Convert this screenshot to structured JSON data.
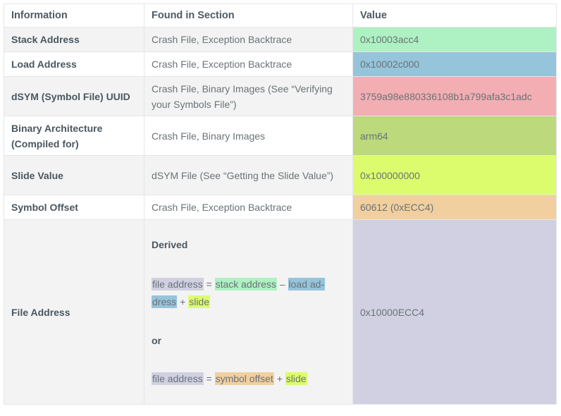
{
  "table": {
    "headers": [
      "Information",
      "Found in Section",
      "Value"
    ],
    "rows": [
      {
        "label": "Stack Address",
        "section": "Crash File, Exception Backtrace",
        "value": "0x10003acc4",
        "color": "#aef1c2"
      },
      {
        "label": "Load Address",
        "section": "Crash File, Exception Backtrace",
        "value": "0x10002c000",
        "color": "#96c4da"
      },
      {
        "label": "dSYM (Symbol File) UUID",
        "section": "Crash File, Binary Images (See “Verifying your Symbols File”)",
        "value": "3759a98e880336108b1a799afa3c1adc",
        "color": "#f2aeb3"
      },
      {
        "label": "Binary Architecture (Compiled for)",
        "section": "Crash File, Binary Images",
        "value": "arm64",
        "color": "#bcd97b"
      },
      {
        "label": "Slide Value",
        "section": "dSYM File (See “Getting the Slide Value”)",
        "value": "0x100000000",
        "color": "#dcfc6e"
      },
      {
        "label": "Symbol Offset",
        "section": "Crash File, Exception Backtrace",
        "value": "60612 (0xECC4)",
        "color": "#f1cf9e"
      }
    ],
    "file_address": {
      "label": "File Address",
      "value": "0x10000ECC4",
      "color": "#d0d0e2",
      "derived_title": "Derived",
      "formula1": {
        "file": "file address",
        "eq": "=",
        "stack": "stack address",
        "minus": "–",
        "load1": "load ad-",
        "load2": "dress",
        "plus": "+",
        "slide": "slide"
      },
      "or": "or",
      "formula2": {
        "file": "file address",
        "eq": "=",
        "offset": "symbol offset",
        "plus": "+",
        "slide": "slide"
      }
    }
  }
}
